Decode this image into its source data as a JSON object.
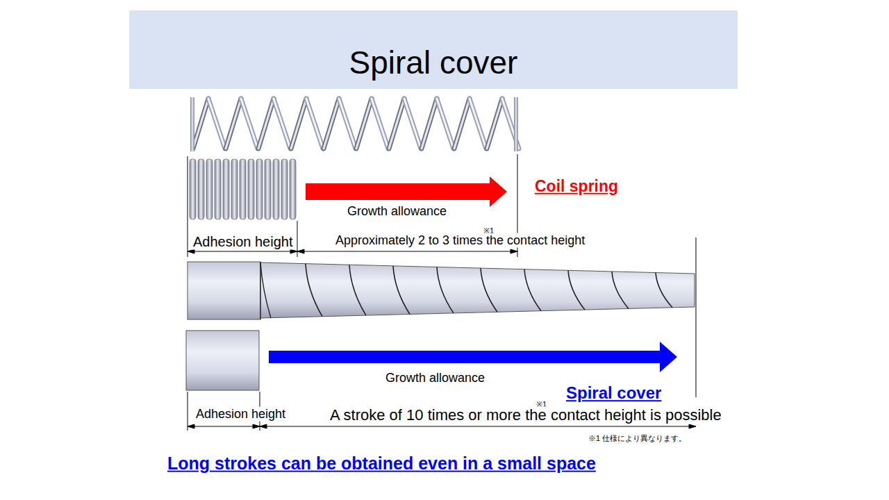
{
  "diagram": {
    "title": "Spiral cover",
    "labels": [
      "Coil spring",
      "Growth allowance",
      "※1",
      "Adhesion height",
      "Approximately  2 to 3 times the contact height",
      "Growth allowance",
      "Spiral cover",
      "※1",
      "Adhesion height",
      "A stroke of 10 times or more the contact height is possible",
      "※1 仕様により異なります。",
      "Long strokes can be obtained even in a small space"
    ]
  }
}
